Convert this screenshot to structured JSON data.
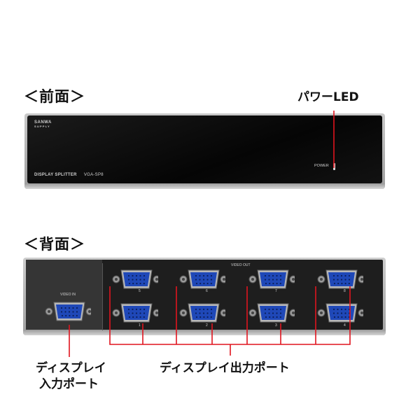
{
  "front_section": {
    "title": "＜前面＞",
    "callout": "パワーLED"
  },
  "front_panel": {
    "brand_line1": "SANWA",
    "brand_line2": "SUPPLY",
    "product": "DISPLAY SPLITTER",
    "model": "VGA-SP8",
    "power_label": "POWER"
  },
  "rear_section": {
    "title": "＜背面＞"
  },
  "rear_panel": {
    "video_in_label": "VIDEO IN",
    "video_out_label": "VIDEO OUT",
    "port_numbers_top": [
      "5",
      "6",
      "7",
      "8"
    ],
    "port_numbers_bottom": [
      "1",
      "2",
      "3",
      "4"
    ]
  },
  "callouts": {
    "display_input_line1": "ディスプレイ",
    "display_input_line2": "入力ポート",
    "display_output": "ディスプレイ出力ポート"
  },
  "colors": {
    "callout_line": "#e0141e",
    "connector_blue": "#1f48b8"
  }
}
